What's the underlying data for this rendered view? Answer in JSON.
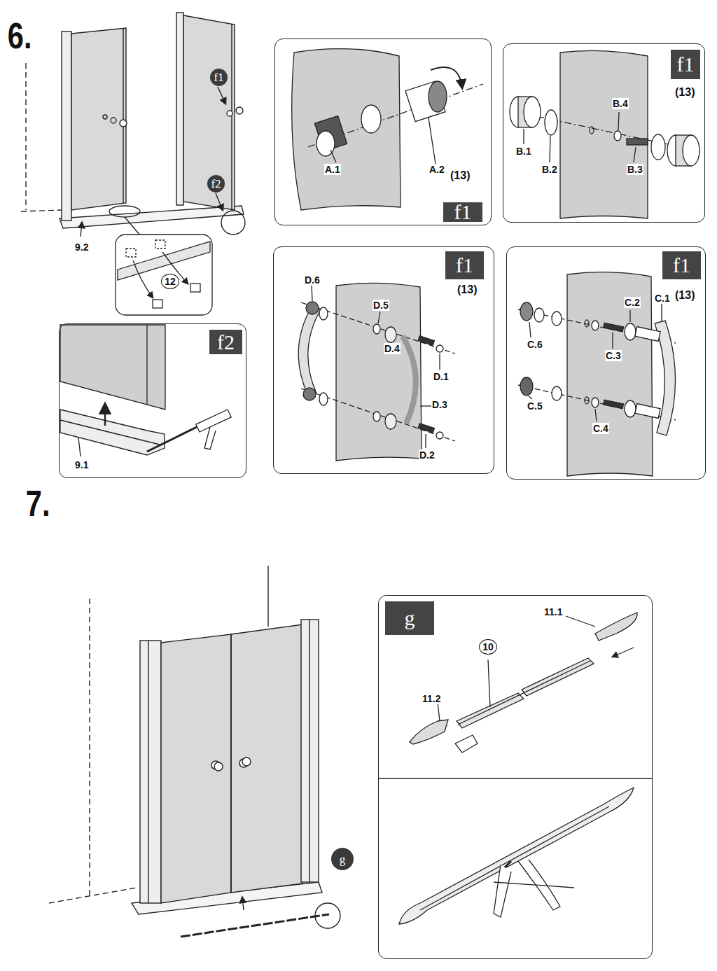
{
  "diagram": {
    "nodes": [
      {
        "text": [
          "f1",
          "(13)"
        ]
      },
      {
        "text": [
          "f1",
          "(13)"
        ]
      },
      {
        "text": [
          "f1",
          "(13)"
        ]
      },
      {
        "text": [
          "f1",
          "(13)"
        ]
      },
      {
        "text": [
          "f2"
        ]
      },
      {
        "text": [
          "g"
        ]
      },
      {
        "text": [
          "f1"
        ]
      },
      {
        "text": [
          "f2"
        ]
      },
      {
        "text": [
          "g"
        ]
      }
    ],
    "labels": [
      "6.",
      "7.",
      "9.2",
      "12",
      "9.1",
      "A.1",
      "A.2",
      "B.4",
      "B.1",
      "B.2",
      "B.3",
      "D.6",
      "D.5",
      "D.4",
      "D.1",
      "D.3",
      "D.2",
      "C.2",
      "C.1",
      "C.6",
      "C.3",
      "C.5",
      "C.4",
      "11.1",
      "10",
      "11.2"
    ]
  }
}
